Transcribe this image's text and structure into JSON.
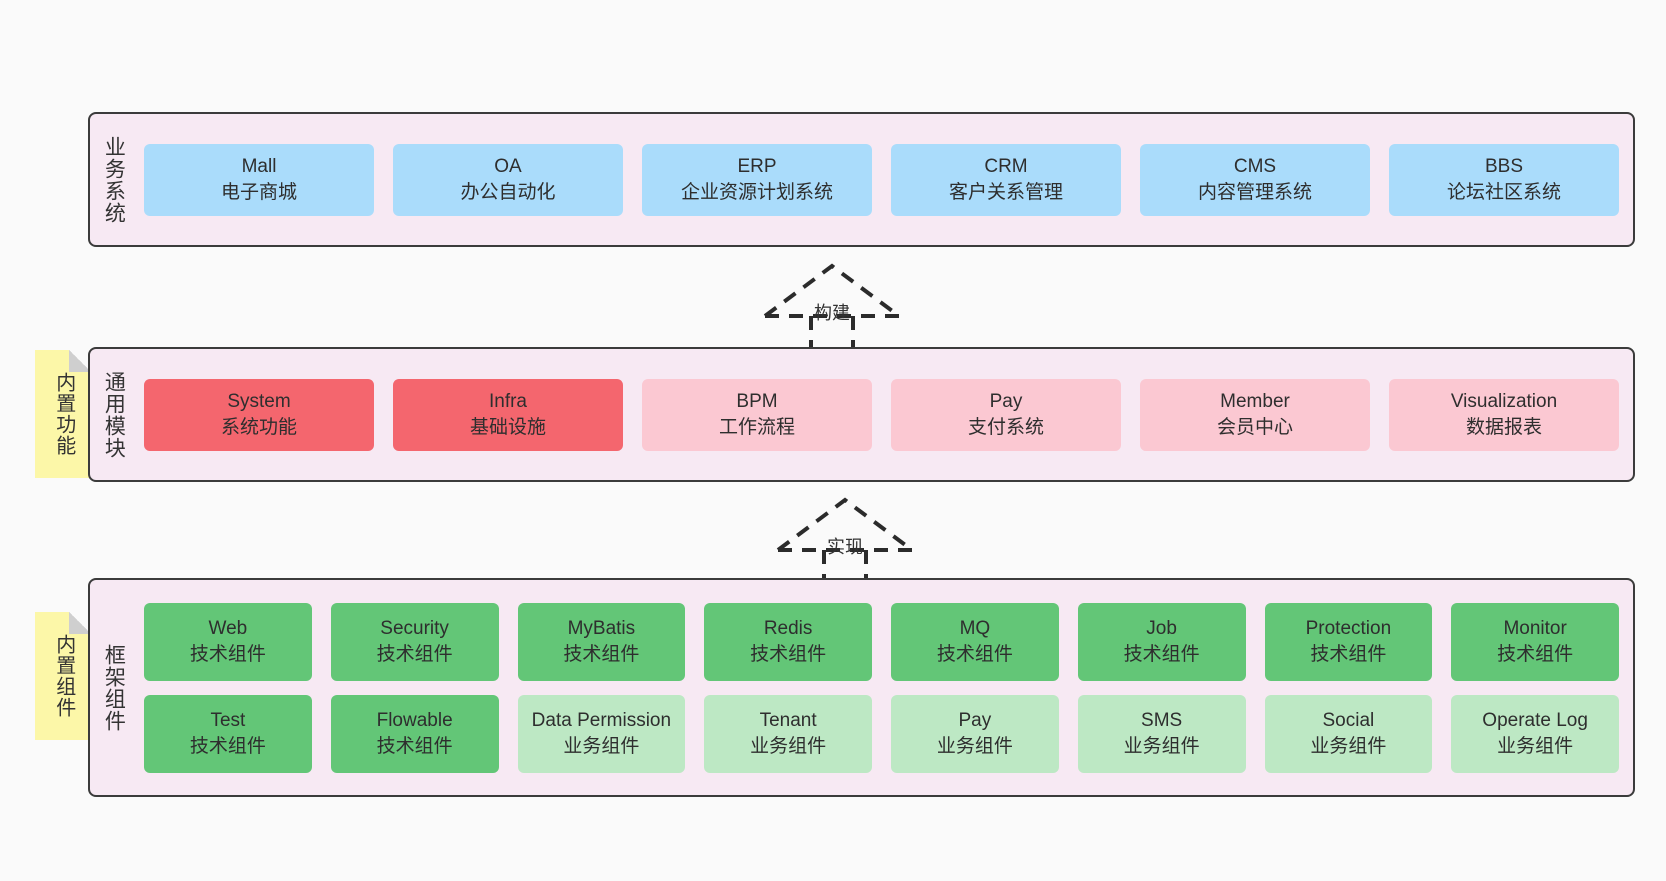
{
  "diagram": {
    "background_color": "#fafafa",
    "panel_color": "#f7e9f3",
    "panel_border_color": "#3b3b3b",
    "sticky_color": "#fcf7a8"
  },
  "layers": [
    {
      "id": "business",
      "title": "业务系统",
      "rows": [
        {
          "cards": [
            {
              "name": "mall",
              "line1": "Mall",
              "line2": "电子商城",
              "color": "#aadcfb",
              "variant": "c-blue"
            },
            {
              "name": "oa",
              "line1": "OA",
              "line2": "办公自动化",
              "color": "#aadcfb",
              "variant": "c-blue"
            },
            {
              "name": "erp",
              "line1": "ERP",
              "line2": "企业资源计划系统",
              "color": "#aadcfb",
              "variant": "c-blue"
            },
            {
              "name": "crm",
              "line1": "CRM",
              "line2": "客户关系管理",
              "color": "#aadcfb",
              "variant": "c-blue"
            },
            {
              "name": "cms",
              "line1": "CMS",
              "line2": "内容管理系统",
              "color": "#aadcfb",
              "variant": "c-blue"
            },
            {
              "name": "bbs",
              "line1": "BBS",
              "line2": "论坛社区系统",
              "color": "#aadcfb",
              "variant": "c-blue"
            }
          ]
        }
      ]
    },
    {
      "id": "common",
      "title": "通用模块",
      "sticky": "内置功能",
      "rows": [
        {
          "cards": [
            {
              "name": "system",
              "line1": "System",
              "line2": "系统功能",
              "color": "#f4666e",
              "variant": "c-red"
            },
            {
              "name": "infra",
              "line1": "Infra",
              "line2": "基础设施",
              "color": "#f4666e",
              "variant": "c-red"
            },
            {
              "name": "bpm",
              "line1": "BPM",
              "line2": "工作流程",
              "color": "#fbc8d2",
              "variant": "c-pink"
            },
            {
              "name": "pay",
              "line1": "Pay",
              "line2": "支付系统",
              "color": "#fbc8d2",
              "variant": "c-pink"
            },
            {
              "name": "member",
              "line1": "Member",
              "line2": "会员中心",
              "color": "#fbc8d2",
              "variant": "c-pink"
            },
            {
              "name": "visualization",
              "line1": "Visualization",
              "line2": "数据报表",
              "color": "#fbc8d2",
              "variant": "c-pink"
            }
          ]
        }
      ]
    },
    {
      "id": "framework",
      "title": "框架组件",
      "sticky": "内置组件",
      "rows": [
        {
          "cards": [
            {
              "name": "web",
              "line1": "Web",
              "line2": "技术组件",
              "color": "#63c677",
              "variant": "c-green"
            },
            {
              "name": "security",
              "line1": "Security",
              "line2": "技术组件",
              "color": "#63c677",
              "variant": "c-green"
            },
            {
              "name": "mybatis",
              "line1": "MyBatis",
              "line2": "技术组件",
              "color": "#63c677",
              "variant": "c-green"
            },
            {
              "name": "redis",
              "line1": "Redis",
              "line2": "技术组件",
              "color": "#63c677",
              "variant": "c-green"
            },
            {
              "name": "mq",
              "line1": "MQ",
              "line2": "技术组件",
              "color": "#63c677",
              "variant": "c-green"
            },
            {
              "name": "job",
              "line1": "Job",
              "line2": "技术组件",
              "color": "#63c677",
              "variant": "c-green"
            },
            {
              "name": "protection",
              "line1": "Protection",
              "line2": "技术组件",
              "color": "#63c677",
              "variant": "c-green"
            },
            {
              "name": "monitor",
              "line1": "Monitor",
              "line2": "技术组件",
              "color": "#63c677",
              "variant": "c-green"
            }
          ]
        },
        {
          "cards": [
            {
              "name": "test",
              "line1": "Test",
              "line2": "技术组件",
              "color": "#63c677",
              "variant": "c-green"
            },
            {
              "name": "flowable",
              "line1": "Flowable",
              "line2": "技术组件",
              "color": "#63c677",
              "variant": "c-green"
            },
            {
              "name": "data-permission",
              "line1": "Data Permission",
              "line2": "业务组件",
              "color": "#bde8c4",
              "variant": "c-green-light",
              "wrap": true
            },
            {
              "name": "tenant",
              "line1": "Tenant",
              "line2": "业务组件",
              "color": "#bde8c4",
              "variant": "c-green-light"
            },
            {
              "name": "pay",
              "line1": "Pay",
              "line2": "业务组件",
              "color": "#bde8c4",
              "variant": "c-green-light"
            },
            {
              "name": "sms",
              "line1": "SMS",
              "line2": "业务组件",
              "color": "#bde8c4",
              "variant": "c-green-light"
            },
            {
              "name": "social",
              "line1": "Social",
              "line2": "业务组件",
              "color": "#bde8c4",
              "variant": "c-green-light"
            },
            {
              "name": "operate-log",
              "line1": "Operate Log",
              "line2": "业务组件",
              "color": "#bde8c4",
              "variant": "c-green-light"
            }
          ]
        }
      ]
    }
  ],
  "connectors": [
    {
      "id": "build",
      "label": "构建",
      "style": "dashed-generalization"
    },
    {
      "id": "realize",
      "label": "实现",
      "style": "dashed-generalization"
    }
  ]
}
